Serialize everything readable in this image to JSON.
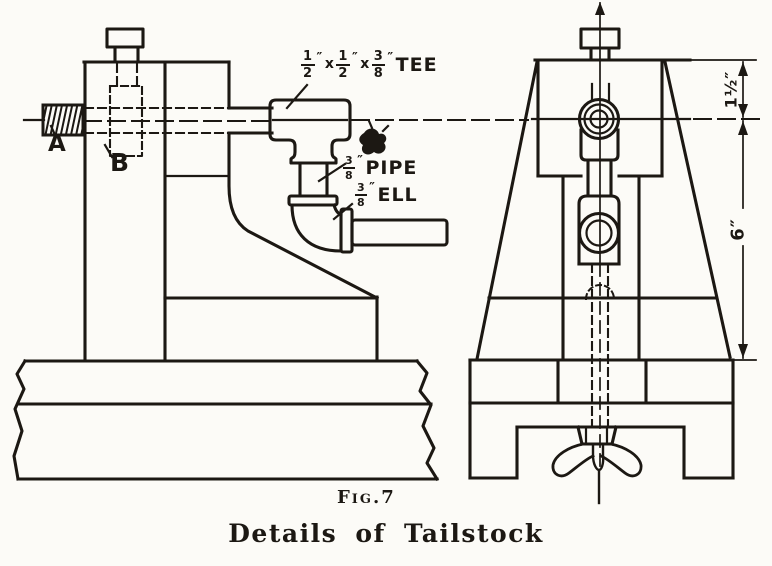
{
  "figure": {
    "number": "Fig.7",
    "caption": "Details of Tailstock"
  },
  "labels": {
    "a": "A",
    "b": "B",
    "tee": {
      "n1": "1",
      "d1": "2",
      "q1": "″",
      "x1": "x",
      "n2": "1",
      "d2": "2",
      "q2": "″",
      "x2": "x",
      "n3": "3",
      "d3": "8",
      "q3": "″",
      "word": "TEE"
    },
    "pipe": {
      "n": "3",
      "d": "8",
      "q": "″",
      "word": "PIPE"
    },
    "ell": {
      "n": "3",
      "d": "8",
      "q": "″",
      "word": "ELL"
    }
  },
  "dimensions": {
    "upper": "1½″",
    "lower": "6″"
  },
  "colors": {
    "ink": "#1c1813",
    "paper": "#fcfbf7"
  }
}
